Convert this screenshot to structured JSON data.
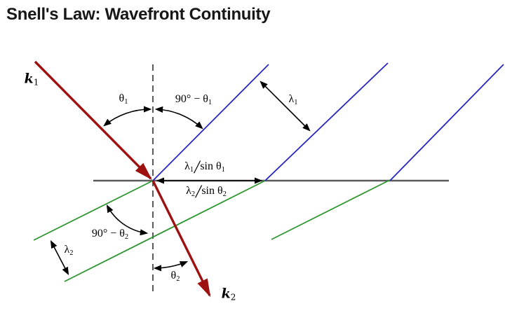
{
  "title": "Snell's Law: Wavefront Continuity",
  "colors": {
    "ray": "#9e1111",
    "wavefront_medium1": "#2727bd",
    "wavefront_medium2": "#2e962e",
    "interface": "#5a5a5a",
    "normal": "#5a5a5a",
    "annotation": "#000000"
  },
  "labels": {
    "k1": {
      "base": "k",
      "sub": "1"
    },
    "k2": {
      "base": "k",
      "sub": "2"
    },
    "theta1": {
      "base": "θ",
      "sub": "1"
    },
    "theta2": {
      "base": "θ",
      "sub": "2"
    },
    "ninety_minus_theta1": {
      "prefix": "90° − θ",
      "sub": "1"
    },
    "ninety_minus_theta2": {
      "prefix": "90° − θ",
      "sub": "2"
    },
    "lambda1": {
      "base": "λ",
      "sub": "1"
    },
    "lambda2": {
      "base": "λ",
      "sub": "2"
    },
    "lambda1_over_sin_theta1": {
      "num": "λ",
      "num_sub": "1",
      "slash": "/",
      "den": "sin θ",
      "den_sub": "1"
    },
    "lambda2_over_sin_theta2": {
      "num": "λ",
      "num_sub": "2",
      "slash": "/",
      "den": "sin θ",
      "den_sub": "2"
    }
  },
  "diagram": {
    "incident_ray": "k1 wave vector, medium 1",
    "refracted_ray": "k2 wave vector, medium 2",
    "normal": "dashed surface normal",
    "interface": "horizontal boundary between media",
    "medium1_wavefronts": 3,
    "medium2_wavefronts": 3
  }
}
